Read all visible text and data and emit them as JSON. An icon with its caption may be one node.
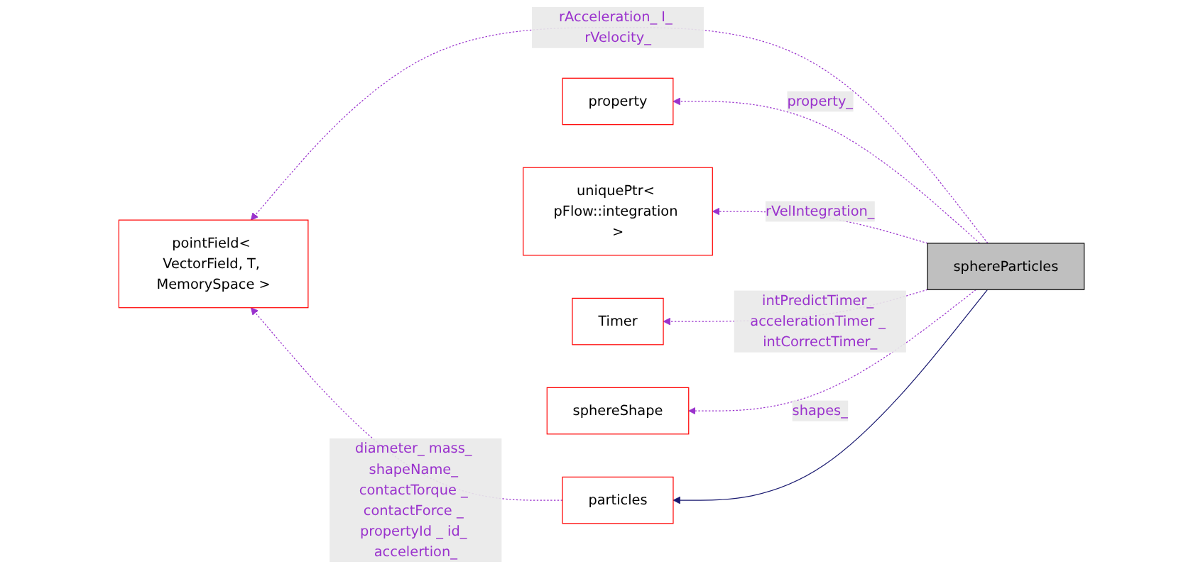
{
  "diagram": {
    "nodes": [
      {
        "text": [
          "pointField< VectorField, T, MemorySpace >"
        ]
      },
      {
        "text": [
          "particles"
        ]
      },
      {
        "text": [
          "property"
        ]
      },
      {
        "text": [
          "uniquePtr< pFlow::integration >"
        ]
      },
      {
        "text": [
          "sphereParticles"
        ]
      },
      {
        "text": [
          "Timer"
        ]
      },
      {
        "text": [
          "sphereShape"
        ]
      }
    ],
    "edges": [
      {
        "from": 4,
        "to": 0,
        "arrow": "to",
        "label": "rAcceleration_ I_ rVelocity_",
        "style": "dashed"
      },
      {
        "from": 1,
        "to": 0,
        "arrow": "to",
        "label": "diameter_ mass_ shapeName_ contactTorque _ contactForce _ propertyId _ id_ accelertion_",
        "style": "dashed"
      },
      {
        "from": 4,
        "to": 1,
        "arrow": "to",
        "color": "#191970"
      },
      {
        "from": 4,
        "to": 2,
        "arrow": "to",
        "label": "property_",
        "style": "dashed"
      },
      {
        "from": 4,
        "to": 3,
        "arrow": "to",
        "label": "rVelIntegration_",
        "style": "dashed"
      },
      {
        "from": 4,
        "to": 5,
        "arrow": "to",
        "label": "intPredictTimer_ accelerationTimer _ intCorrectTimer_",
        "style": "dashed"
      },
      {
        "from": 4,
        "to": 6,
        "arrow": "to",
        "label": "shapes_",
        "style": "dashed"
      }
    ]
  }
}
